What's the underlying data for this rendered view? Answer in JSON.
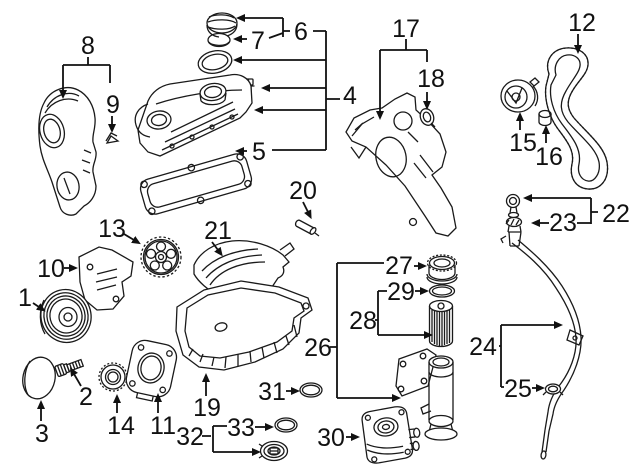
{
  "figure": {
    "background": "#ffffff",
    "line_color": "#111111",
    "text_color": "#111111"
  },
  "callouts": [
    "1",
    "2",
    "3",
    "4",
    "5",
    "6",
    "7",
    "8",
    "9",
    "10",
    "11",
    "12",
    "13",
    "14",
    "15",
    "16",
    "17",
    "18",
    "19",
    "20",
    "21",
    "22",
    "23",
    "24",
    "25",
    "26",
    "27",
    "28",
    "29",
    "30",
    "31",
    "32",
    "33"
  ]
}
